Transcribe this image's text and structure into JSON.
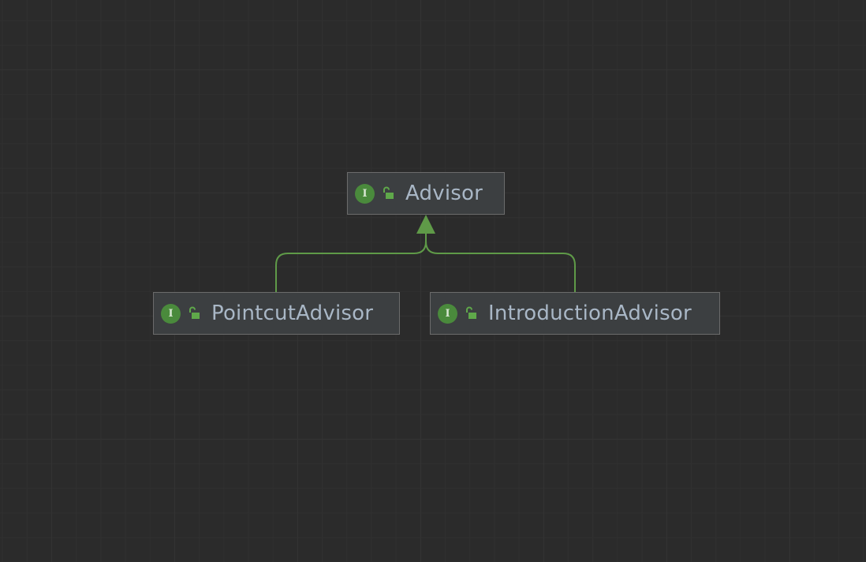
{
  "diagram": {
    "nodes": [
      {
        "id": "advisor",
        "name": "Advisor",
        "kind": "interface",
        "kind_glyph": "I",
        "visibility": "public",
        "icon": "interface-icon"
      },
      {
        "id": "pointcut",
        "name": "PointcutAdvisor",
        "kind": "interface",
        "kind_glyph": "I",
        "visibility": "public",
        "icon": "interface-icon"
      },
      {
        "id": "introduction",
        "name": "IntroductionAdvisor",
        "kind": "interface",
        "kind_glyph": "I",
        "visibility": "public",
        "icon": "interface-icon"
      }
    ],
    "edges": [
      {
        "from": "pointcut",
        "to": "advisor",
        "type": "extends"
      },
      {
        "from": "introduction",
        "to": "advisor",
        "type": "extends"
      }
    ],
    "colors": {
      "background": "#2b2b2b",
      "node_fill": "#3c3f41",
      "node_border": "#6b6b6b",
      "text": "#a9b7c6",
      "interface_badge": "#4a8a3c",
      "edge": "#5f9a48"
    }
  }
}
